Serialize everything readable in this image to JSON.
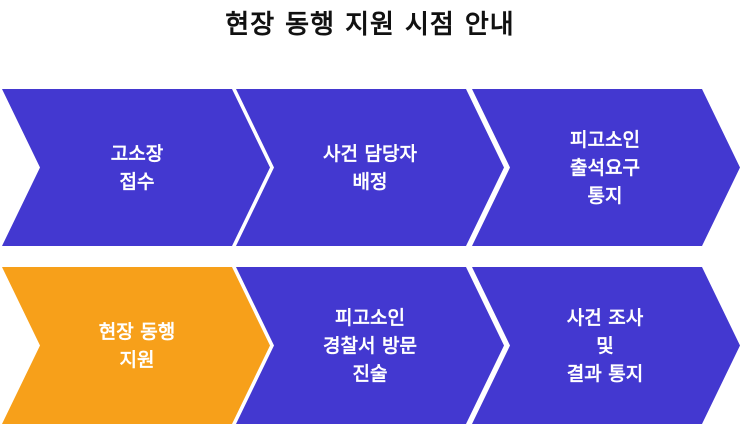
{
  "title": "현장 동행 지원 시점 안내",
  "colors": {
    "default": "#4338d0",
    "highlight": "#f7a01a"
  },
  "steps": [
    {
      "lines": [
        "고소장",
        "접수"
      ],
      "highlight": false
    },
    {
      "lines": [
        "사건 담당자",
        "배정"
      ],
      "highlight": false
    },
    {
      "lines": [
        "피고소인",
        "출석요구",
        "통지"
      ],
      "highlight": false
    },
    {
      "lines": [
        "현장 동행",
        "지원"
      ],
      "highlight": true
    },
    {
      "lines": [
        "피고소인",
        "경찰서 방문",
        "진술"
      ],
      "highlight": false
    },
    {
      "lines": [
        "사건 조사",
        "및",
        "결과 통지"
      ],
      "highlight": false
    }
  ]
}
